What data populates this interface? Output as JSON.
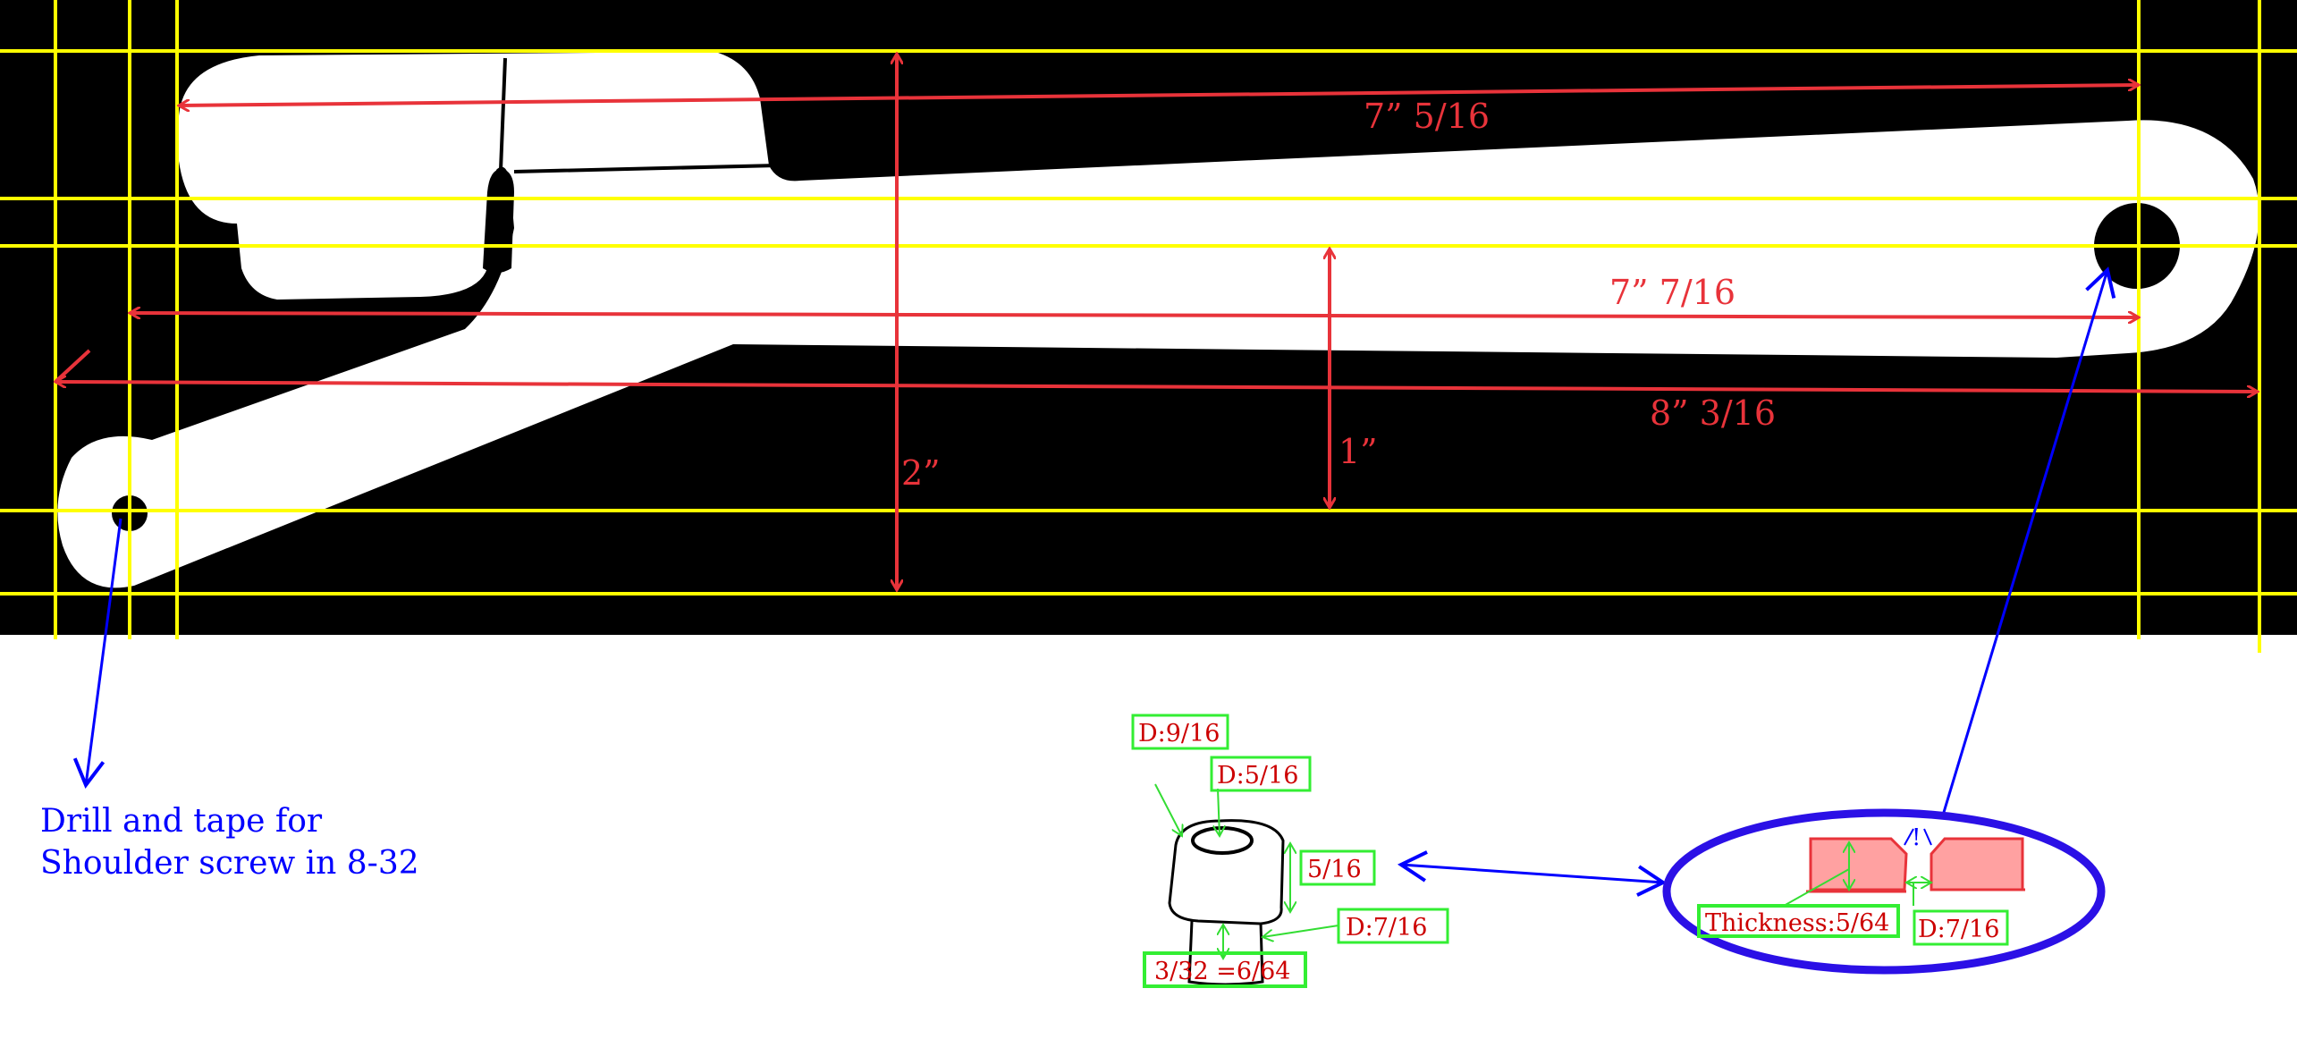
{
  "dimensions": {
    "top": "7” 5/16",
    "middle": "7” 7/16",
    "bottom": "8” 3/16",
    "height_total": "2”",
    "height_arm": "1”"
  },
  "notes": {
    "drill_line1": "Drill and tape for",
    "drill_line2": "Shoulder screw in 8-32"
  },
  "bushing": {
    "outer_d": "D:9/16",
    "inner_d": "D:5/16",
    "height": "5/16",
    "shoulder_d": "D:7/16",
    "shoulder_h": "3/32 =6/64"
  },
  "section": {
    "thickness": "Thickness:5/64",
    "hole_d": "D:7/16",
    "mark": "!"
  },
  "colors": {
    "background_top": "#000000",
    "part": "#ffffff",
    "grid": "#ffff00",
    "dimension": "#e8333a",
    "annotation": "#0000ff",
    "callout_box": "#33ee33",
    "callout_text": "#cc0000"
  }
}
